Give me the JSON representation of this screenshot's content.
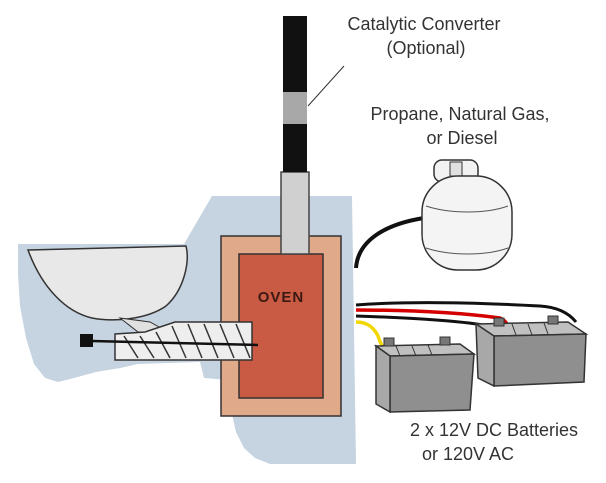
{
  "labels": {
    "catalytic_line1": "Catalytic Converter",
    "catalytic_line2": "(Optional)",
    "fuel_line1": "Propane, Natural Gas,",
    "fuel_line2": "or Diesel",
    "oven": "OVEN",
    "power_line1": "2 x 12V DC Batteries",
    "power_line2": "or 120V AC"
  },
  "colors": {
    "housing": "#c6d3e0",
    "oven_outer": "#e0a98a",
    "oven_inner": "#c95a43",
    "chimney": "#111111",
    "converter": "#a8a8a8",
    "flue": "#c9c9c9",
    "battery": "#9a9a9a",
    "wire_red": "#d40000",
    "wire_yellow": "#f2d600",
    "wire_black": "#111111"
  }
}
